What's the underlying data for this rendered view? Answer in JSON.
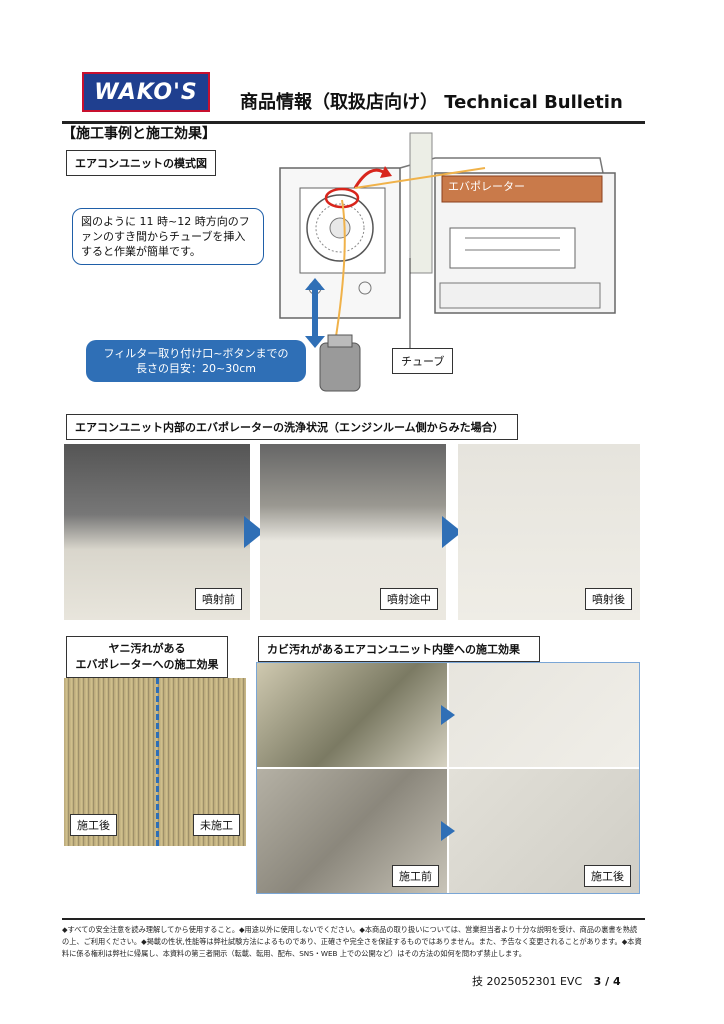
{
  "header": {
    "logo_text": "WAKO'S",
    "title": "商品情報（取扱店向け）  Technical Bulletin"
  },
  "section_title": "【施工事例と施工効果】",
  "diagram": {
    "label": "エアコンユニットの模式図",
    "callout": "図のように 11 時~12 時方向のファンのすき間からチューブを挿入すると作業が簡単です。",
    "evaporator_label": "エバポレーター",
    "filter_note_line1": "フィルター取り付け口~ボタンまでの",
    "filter_note_line2": "長さの目安：20~30cm",
    "tube_label": "チューブ"
  },
  "wash_section": {
    "label": "エアコンユニット内部のエバポレーターの洗浄状況（エンジンルーム側からみた場合）",
    "photos": [
      "噴射前",
      "噴射途中",
      "噴射後"
    ]
  },
  "tar_section": {
    "label_line1": "ヤニ汚れがある",
    "label_line2": "エバポレーターへの施工効果",
    "left_tag": "施工後",
    "right_tag": "未施工"
  },
  "mold_section": {
    "label": "カビ汚れがあるエアコンユニット内壁への施工効果",
    "before_tag": "施工前",
    "after_tag": "施工後"
  },
  "footer": {
    "notes": "◆すべての安全注意を読み理解してから使用すること。◆用途以外に使用しないでください。◆本商品の取り扱いについては、営業担当者より十分な説明を受け、商品の裏書を熟読の上、ご利用ください。◆掲載の性状,性能等は弊社試験方法によるものであり、正確さや完全さを保証するものではありません。また、予告なく変更されることがあります。◆本資料に係る権利は弊社に帰属し、本資料の第三者開示（転載、転用、配布、SNS・WEB 上での公開など）はその方法の如何を問わず禁止します。",
    "doc_number": "技 2025052301 EVC",
    "page": "3 / 4"
  }
}
